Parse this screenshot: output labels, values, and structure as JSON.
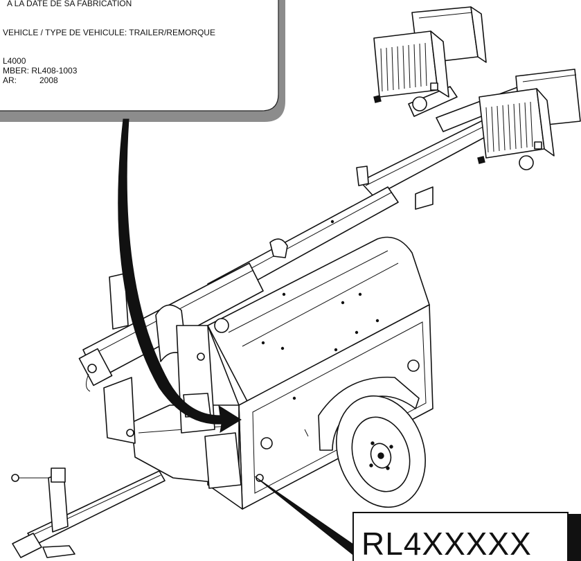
{
  "plate": {
    "line1": "A LA DATE DE SA FABRICATION",
    "line2": "VEHICLE / TYPE DE VEHICULE: TRAILER/REMORQUE",
    "line3": "L4000",
    "line4": "MBER: RL408-1003",
    "line5_label": "AR:",
    "line5_value": "2008"
  },
  "model_label": "RL4XXXXX",
  "colors": {
    "ink": "#111111",
    "plate_border": "#8c8c8c",
    "plate_fill": "#ffffff"
  }
}
